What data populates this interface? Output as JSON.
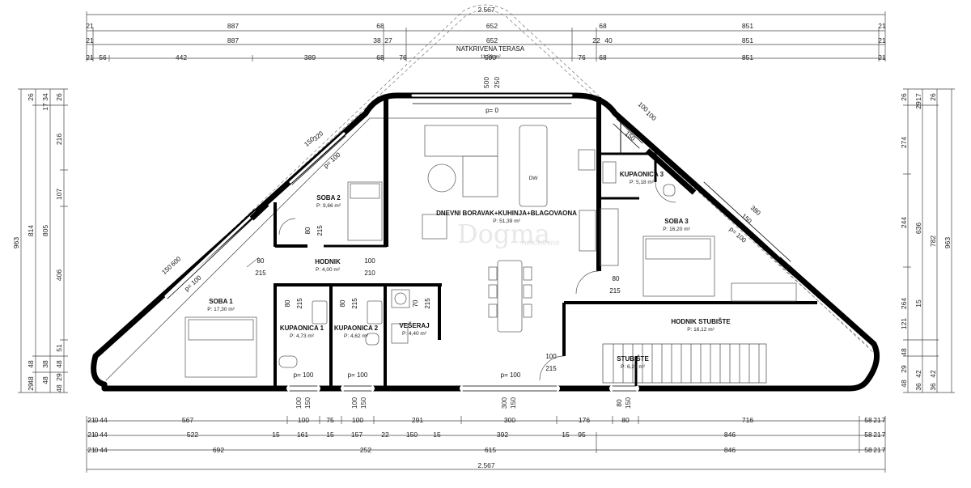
{
  "total_width": "2.567",
  "terrace": {
    "name": "NATKRIVENA TERASA",
    "area": "11,50 m²"
  },
  "top_rows": [
    [
      "21",
      "887",
      "68",
      "652",
      "68",
      "851",
      "21"
    ],
    [
      "21",
      "887",
      "38",
      "27",
      "652",
      "22",
      "40",
      "851",
      "21"
    ],
    [
      "21",
      "56",
      "442",
      "389",
      "68",
      "76",
      "500",
      "76",
      "68",
      "851",
      "21"
    ]
  ],
  "top_vertical": [
    "500",
    "250"
  ],
  "bottom_rows": [
    [
      "21",
      "0",
      "44",
      "567",
      "100",
      "75",
      "100",
      "291",
      "300",
      "176",
      "80",
      "716",
      "58",
      "21",
      "7"
    ],
    [
      "21",
      "0",
      "44",
      "522",
      "15",
      "161",
      "15",
      "157",
      "22",
      "150",
      "15",
      "392",
      "15",
      "95",
      "846",
      "58",
      "21",
      "7"
    ],
    [
      "21",
      "0",
      "44",
      "692",
      "252",
      "615",
      "846",
      "58",
      "21",
      "7"
    ]
  ],
  "bottom_vertical": [
    "100",
    "150",
    "100",
    "150",
    "300",
    "150",
    "80",
    "150"
  ],
  "left_cols": [
    [
      "963"
    ],
    [
      "814",
      "48",
      "48"
    ],
    [
      "805",
      "38",
      "48"
    ],
    [
      "26",
      "216",
      "107",
      "406",
      "51",
      "48",
      "29",
      "48"
    ],
    [
      "34",
      "26",
      "17",
      "29"
    ]
  ],
  "right_cols": [
    [
      "26",
      "274",
      "244",
      "264",
      "121",
      "48",
      "29",
      "48"
    ],
    [
      "17",
      "29",
      "636",
      "15",
      "42",
      "36"
    ],
    [
      "26",
      "782",
      "42",
      "36"
    ],
    [
      "963"
    ]
  ],
  "rooms": {
    "living": {
      "name": "DNEVNI BORAVAK+KUHINJA+BLAGOVAONA",
      "area": "P: 51,39 m²"
    },
    "soba1": {
      "name": "SOBA 1",
      "area": "P: 17,30 m²"
    },
    "soba2": {
      "name": "SOBA 2",
      "area": "P: 9,66 m²"
    },
    "soba3": {
      "name": "SOBA 3",
      "area": "P: 16,20 m²"
    },
    "hodnik": {
      "name": "HODNIK",
      "area": "P: 4,00 m²"
    },
    "kup1": {
      "name": "KUPAONICA 1",
      "area": "P: 4,73 m²"
    },
    "kup2": {
      "name": "KUPAONICA 2",
      "area": "P: 4,62 m²"
    },
    "kup3": {
      "name": "KUPAONICA 3",
      "area": "P: 5,18 m²"
    },
    "veseraj": {
      "name": "VEŠERAJ",
      "area": "P: 4,40 m²"
    },
    "hodnik_stub": {
      "name": "HODNIK STUBIŠTE",
      "area": "P: 16,12 m²"
    },
    "stubiste": {
      "name": "STUBIŠTE",
      "area": "P: 6,26 m²"
    }
  },
  "openings": {
    "p0": "p= 0",
    "p100_soba2": "p= 100",
    "p100_soba1": "p= 100",
    "p100_soba3": "p= 100",
    "p100_k1": "p= 100",
    "p100_k2": "p= 100",
    "p100_bottom": "p= 100",
    "d80_215_a": "80",
    "d80_215_a2": "215",
    "d80_215_b": "80",
    "d80_215_b2": "215",
    "d100_210": "100",
    "d100_210b": "210",
    "d80_215_k1": "80",
    "d80_215_k1b": "215",
    "d80_215_k2": "80",
    "d80_215_k2b": "215",
    "d70_215": "70",
    "d70_215b": "215",
    "d100_215": "100",
    "d100_215b": "215",
    "d80_215_s3": "80",
    "d80_215_s3b": "215",
    "w320": "320",
    "w150a": "150",
    "w600": "600",
    "w150b": "150",
    "w380": "380",
    "w150c": "150",
    "w100a": "100",
    "w100b": "100",
    "w150d": "150",
    "w80_215_s2": "80",
    "w80_215_s2b": "215"
  },
  "watermark": {
    "main": "Dogma",
    "sub": "nekretnine"
  },
  "fixture": {
    "dw": "DW"
  }
}
